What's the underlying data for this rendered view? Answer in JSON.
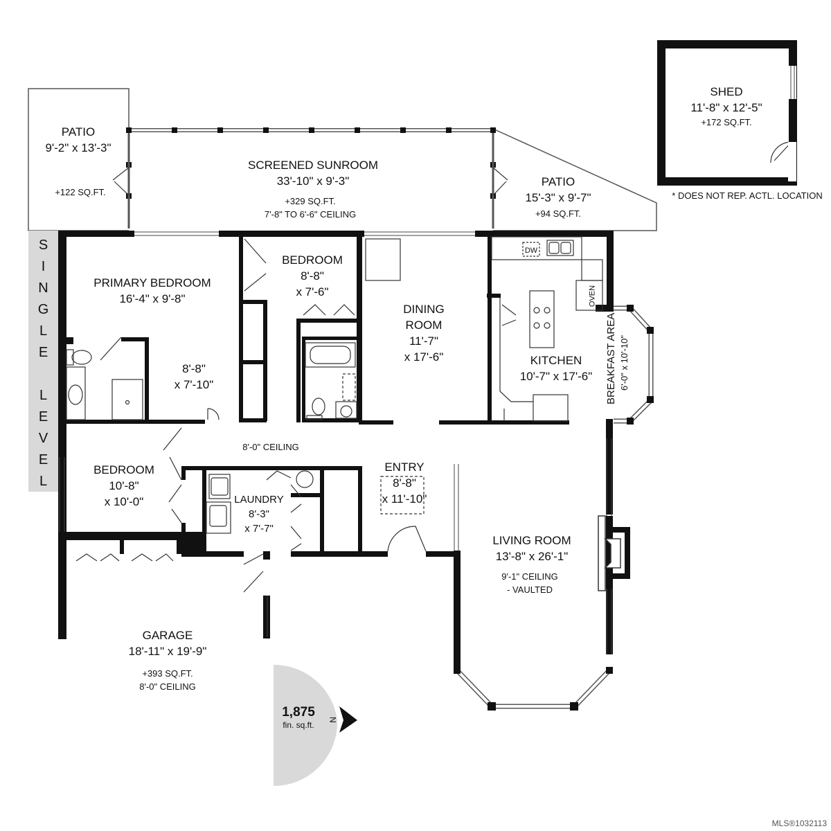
{
  "rooms": {
    "patio_left": {
      "name": "PATIO",
      "dims": "9'-2\" x 13'-3\"",
      "area": "+122 SQ.FT."
    },
    "sunroom": {
      "name": "SCREENED SUNROOM",
      "dims": "33'-10\" x 9'-3\"",
      "area": "+329 SQ.FT.",
      "ceiling": "7'-8\" TO 6'-6\" CEILING"
    },
    "patio_right": {
      "name": "PATIO",
      "dims": "15'-3\" x 9'-7\"",
      "area": "+94 SQ.FT."
    },
    "shed": {
      "name": "SHED",
      "dims": "11'-8\" x 12'-5\"",
      "area": "+172 SQ.FT."
    },
    "primary_bedroom": {
      "name": "PRIMARY BEDROOM",
      "dims": "16'-4\" x 9'-8\""
    },
    "ensuite": {
      "dims1": "8'-8\"",
      "dims2": "x 7'-10\""
    },
    "bedroom_small": {
      "name": "BEDROOM",
      "dims1": "8'-8\"",
      "dims2": "x 7'-6\""
    },
    "dining": {
      "name1": "DINING",
      "name2": "ROOM",
      "dims1": "11'-7\"",
      "dims2": "x 17'-6\""
    },
    "kitchen": {
      "name": "KITCHEN",
      "dims": "10'-7\" x 17'-6\""
    },
    "breakfast": {
      "name": "BREAKFAST AREA",
      "dims": "6'-0\" x 10'-10\""
    },
    "hall": {
      "ceiling": "8'-0\" CEILING"
    },
    "bedroom_left": {
      "name": "BEDROOM",
      "dims1": "10'-8\"",
      "dims2": "x 10'-0\""
    },
    "laundry": {
      "name": "LAUNDRY",
      "dims1": "8'-3\"",
      "dims2": "x 7'-7\""
    },
    "entry": {
      "name": "ENTRY",
      "dims1": "8'-8\"",
      "dims2": "x 11'-10\""
    },
    "living": {
      "name": "LIVING ROOM",
      "dims": "13'-8\" x 26'-1\"",
      "ceiling1": "9'-1\" CEILING",
      "ceiling2": "- VAULTED"
    },
    "garage": {
      "name": "GARAGE",
      "dims": "18'-11\" x 19'-9\"",
      "area": "+393 SQ.FT.",
      "ceiling": "8'-0\" CEILING"
    }
  },
  "appliances": {
    "dishwasher": "DW",
    "oven": "OVEN"
  },
  "notes": {
    "shed_location": "* DOES NOT REP. ACTL. LOCATION"
  },
  "level_label": [
    "S",
    "I",
    "N",
    "G",
    "L",
    "E",
    "",
    "L",
    "E",
    "V",
    "E",
    "L"
  ],
  "total": {
    "value": "1,875",
    "unit": "fin. sq.ft."
  },
  "north": "N",
  "credit": "MLS®1032113",
  "colors": {
    "wall": "#111111",
    "shade": "#d9d9d9",
    "thin": "#555555"
  }
}
